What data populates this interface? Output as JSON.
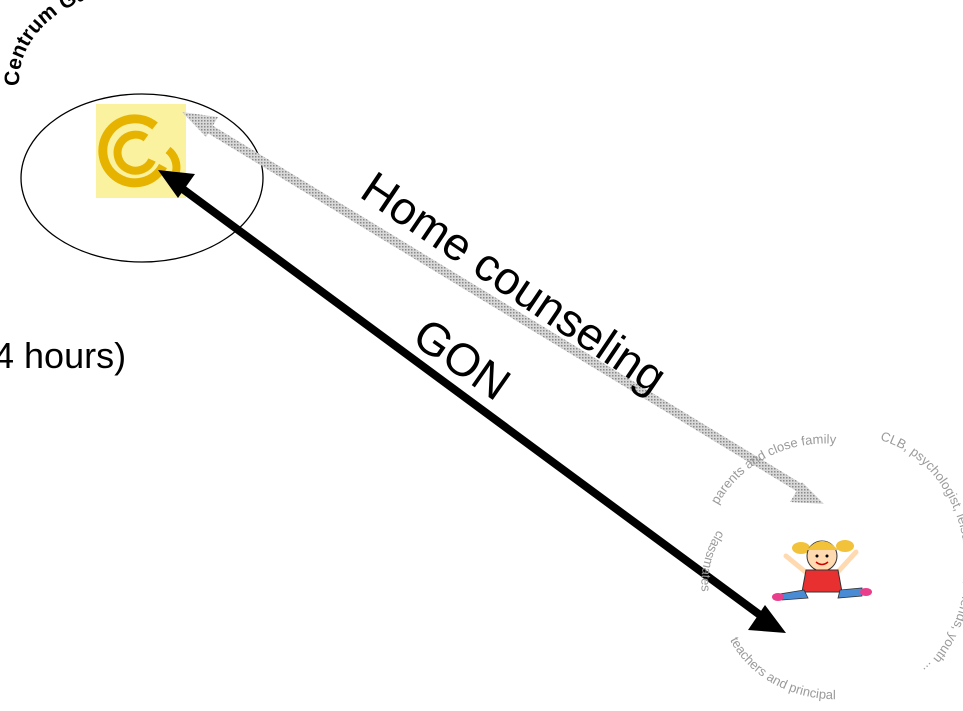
{
  "centrum": {
    "title": "Centrum Ganspoel",
    "logo_color": "#e8b800",
    "logo_bg": "#fbf2a0"
  },
  "left_fragment": "4 hours)",
  "arrows": {
    "home_counseling": {
      "label": "Home counseling",
      "color": "#b0b0b0"
    },
    "gon": {
      "label": "GON",
      "color": "#000000"
    }
  },
  "child_ring": {
    "top": "parents and close family",
    "right": "CLB, psychologist, leisure time, friends, youth ...",
    "left": "classmates",
    "bottom": "teachers and principal"
  }
}
